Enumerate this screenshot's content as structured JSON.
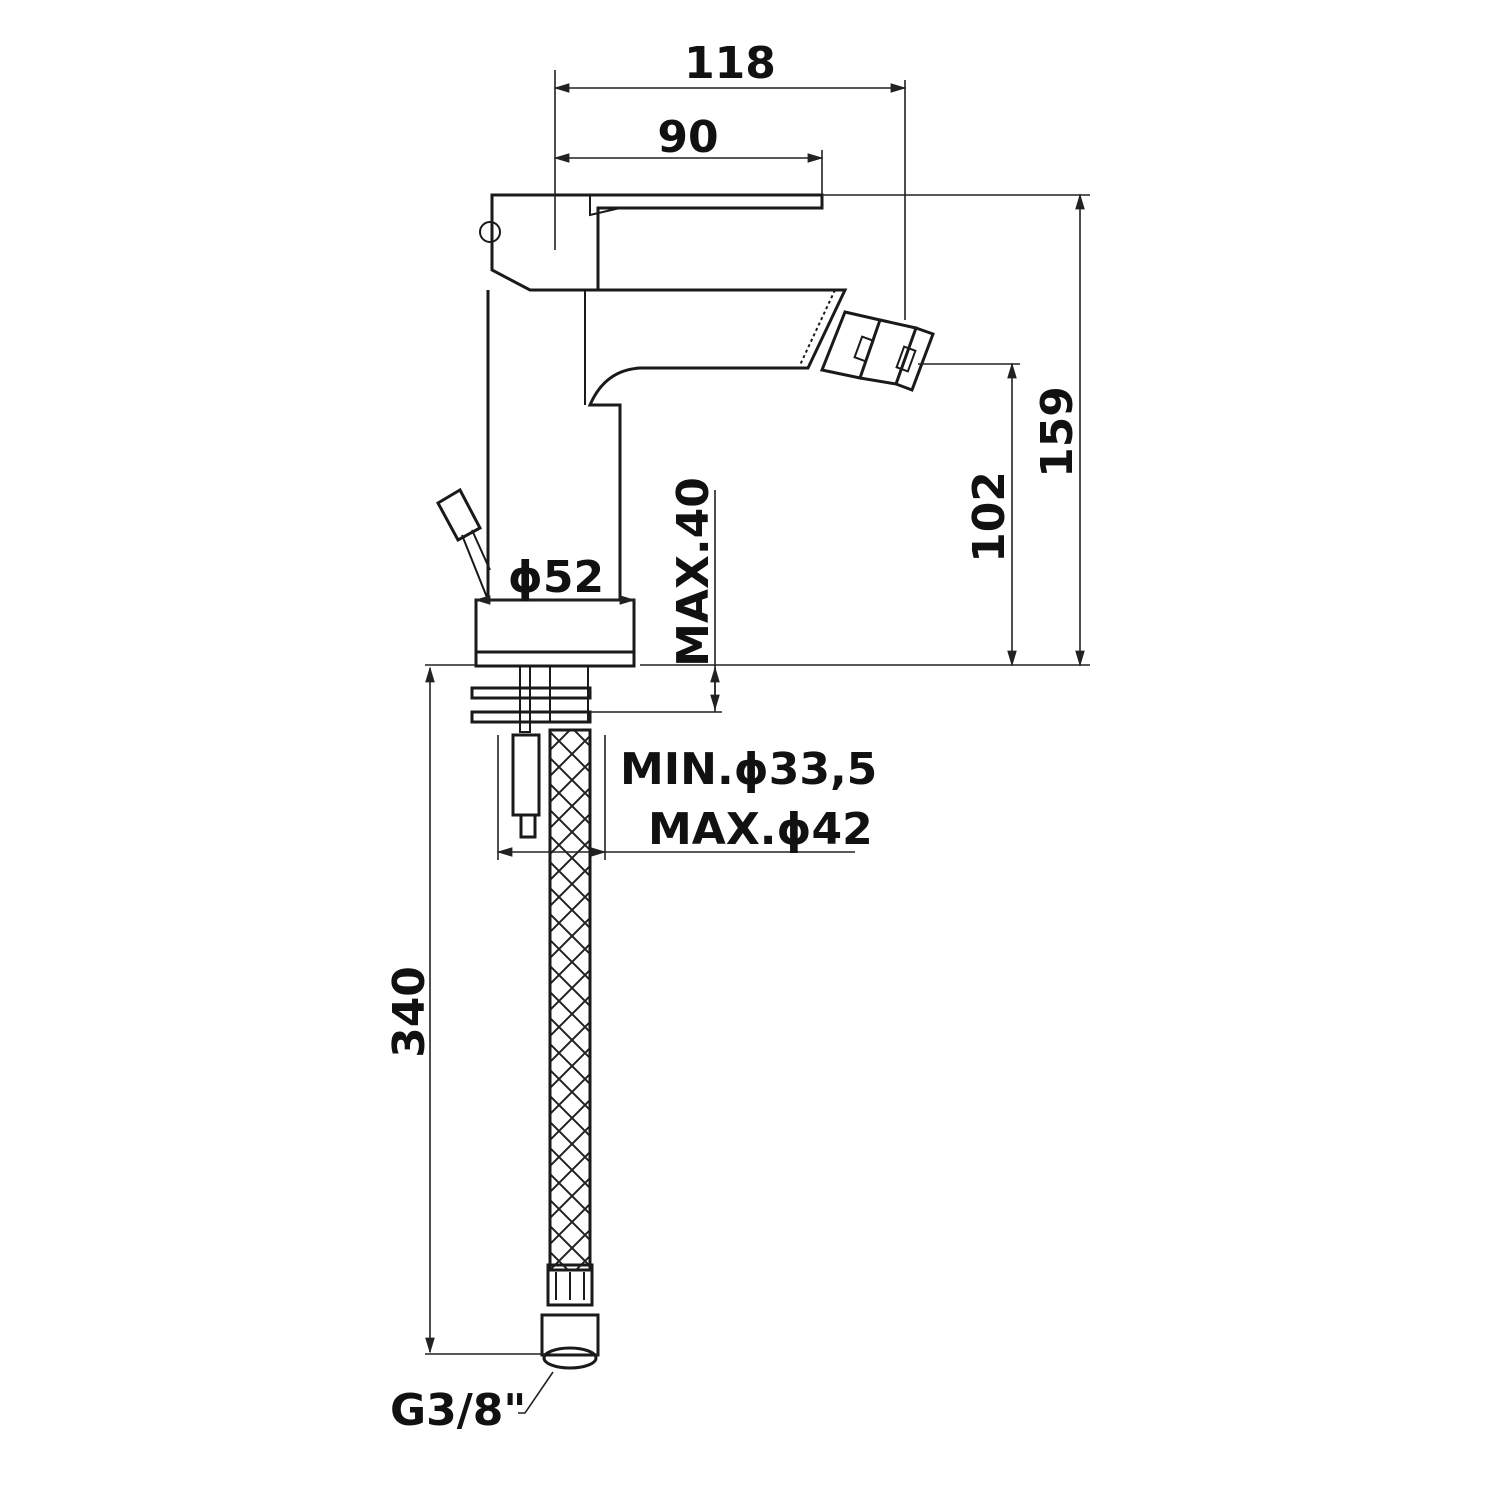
{
  "drawing": {
    "subject": "bidet mixer tap technical drawing",
    "line_color": "#1a1a1a",
    "background": "#ffffff"
  },
  "dimensions": {
    "overall_reach": "118",
    "lever_reach": "90",
    "total_height": "159",
    "spout_height": "102",
    "base_diameter": "ϕ52",
    "max_deck_thickness": "MAX.40",
    "hole_min": "MIN.ϕ33,5",
    "hole_max": "MAX.ϕ42",
    "hose_length": "340",
    "connection_thread": "G3/8\""
  }
}
